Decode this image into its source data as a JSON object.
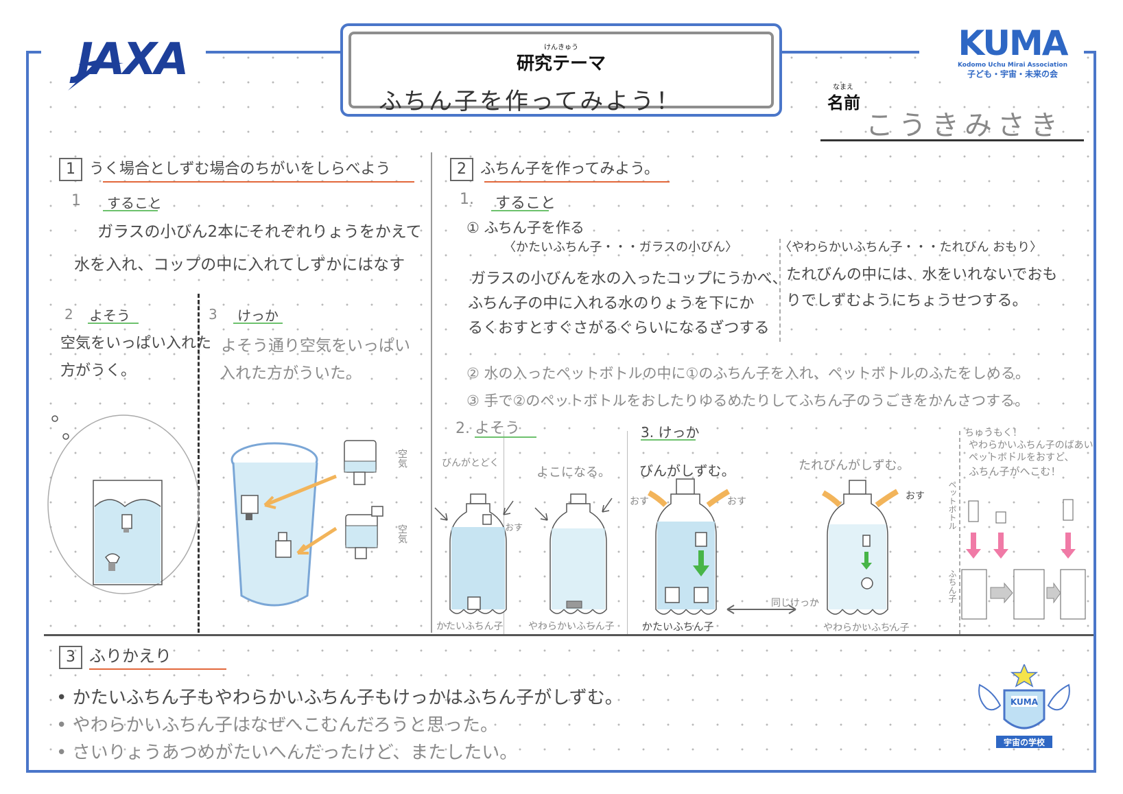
{
  "header": {
    "jaxa_logo": "JAXA",
    "kuma_logo": {
      "title": "KUMA",
      "sub": "Kodomo Uchu Mirai Association",
      "jp": "子ども・宇宙・未来の会"
    },
    "theme_ruby": "けんきゅう",
    "theme_label": "研究テーマ",
    "theme_text": "ふちん子を作ってみよう！",
    "name_ruby": "なまえ",
    "name_label": "名前",
    "name_value": "こうきみさき"
  },
  "section1": {
    "num": "1",
    "title": "うく場合としずむ場合のちがいをしらべよう",
    "todo_num": "1",
    "todo_label": "すること",
    "todo_line1": "ガラスの小びん2本にそれぞれりょうをかえて",
    "todo_line2": "水を入れ、コップの中に入れてしずかにはなす",
    "predict_num": "2",
    "predict_label": "よそう",
    "predict_line1": "空気をいっぱい入れた",
    "predict_line2": "方がうく。",
    "result_num": "3",
    "result_label": "けっか",
    "result_line1": "よそう通り空気をいっぱい",
    "result_line2": "入れた方がういた。",
    "drawing_labels": {
      "air1": "空気",
      "air2": "空気"
    }
  },
  "section2": {
    "num": "2",
    "title": "ふちん子を作ってみよう。",
    "todo_num": "1.",
    "todo_label": "すること",
    "step1_title": "① ふちん子を作る",
    "hard_title": "〈かたいふちん子・・・ガラスの小びん〉",
    "hard_line1": "ガラスの小びんを水の入ったコップにうかべ、",
    "hard_line2": "ふちん子の中に入れる水のりょうを下にか",
    "hard_line3": "るくおすとすぐさがるぐらいになるざつする",
    "soft_title": "〈やわらかいふちん子・・・たれびん おもり〉",
    "soft_line1": "たれびんの中には、水をいれないでおも",
    "soft_line2": "りでしずむようにちょうせつする。",
    "step2": "② 水の入ったペットボトルの中に①のふちん子を入れ、ペットボトルのふたをしめる。",
    "step3": "③ 手で②のペットボトルをおしたりゆるめたりしてふちん子のうごきをかんさつする。",
    "predict_label": "2. よそう",
    "predict_note1": "びんがとどく",
    "predict_note2": "よこになる。",
    "push": "おす",
    "hard_cap": "かたいふちん子",
    "soft_cap": "やわらかいふちん子",
    "result_label": "3. けっか",
    "result_note1": "びんがしずむ。",
    "result_note2": "たれびんがしずむ。",
    "same": "同じけっか",
    "note_title": "ちゅうもく！",
    "note_line1": "やわらかいふちん子のばあい",
    "note_line2": "ペットボトルをおすと、",
    "note_line3": "ふちん子がへこむ！",
    "side1": "ペットボトル",
    "side2": "ふちん子"
  },
  "section3": {
    "num": "3",
    "title": "ふりかえり",
    "line1": "かたいふちん子もやわらかいふちん子もけっかはふちん子がしずむ。",
    "line2": "やわらかいふちん子はなぜへこむんだろうと思った。",
    "line3": "さいりょうあつめがたいへんだったけど、またしたい。"
  },
  "badge": {
    "logo": "KUMA",
    "school": "宇宙の学校"
  },
  "colors": {
    "frame": "#4a76c9",
    "red_underline": "#e2673a",
    "green_underline": "#6cc16c",
    "water": "#a9d6ea",
    "arrow_yellow": "#f2b45a",
    "arrow_pink": "#f07aa6",
    "arrow_green": "#48b548"
  }
}
